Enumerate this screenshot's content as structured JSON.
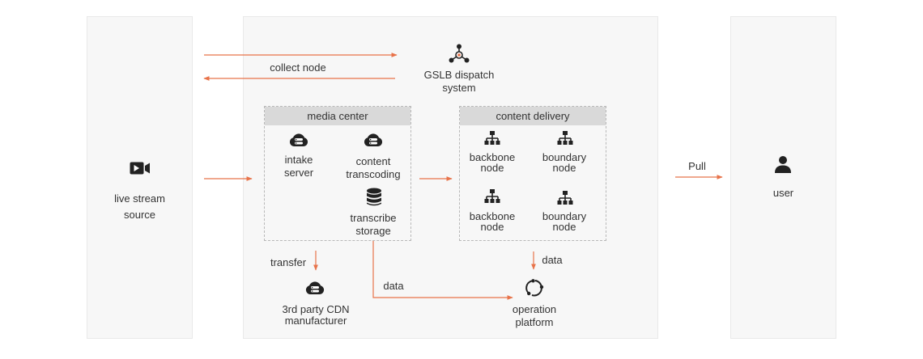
{
  "nodes": {
    "live_stream_source": [
      "live stream",
      "source"
    ],
    "gslb": [
      "GSLB dispatch",
      "system"
    ],
    "user": "user",
    "third_party_cdn": [
      "3rd party CDN",
      "manufacturer"
    ],
    "operation_platform": [
      "operation",
      "platform"
    ]
  },
  "media_center": {
    "title": "media center",
    "intake_server": [
      "intake",
      "server"
    ],
    "content_transcoding": [
      "content",
      "transcoding"
    ],
    "transcribe_storage": [
      "transcribe",
      "storage"
    ]
  },
  "content_delivery": {
    "title": "content delivery",
    "backbone_node_1": [
      "backbone",
      "node"
    ],
    "boundary_node_1": [
      "boundary",
      "node"
    ],
    "backbone_node_2": [
      "backbone",
      "node"
    ],
    "boundary_node_2": [
      "boundary",
      "node"
    ]
  },
  "edges": {
    "collect_node": "collect node",
    "pull": "Pull",
    "transfer": "transfer",
    "data_storage": "data",
    "data_delivery": "data"
  },
  "colors": {
    "arrow": "#e8734a",
    "panel": "#f7f7f7",
    "icon": "#222222"
  }
}
